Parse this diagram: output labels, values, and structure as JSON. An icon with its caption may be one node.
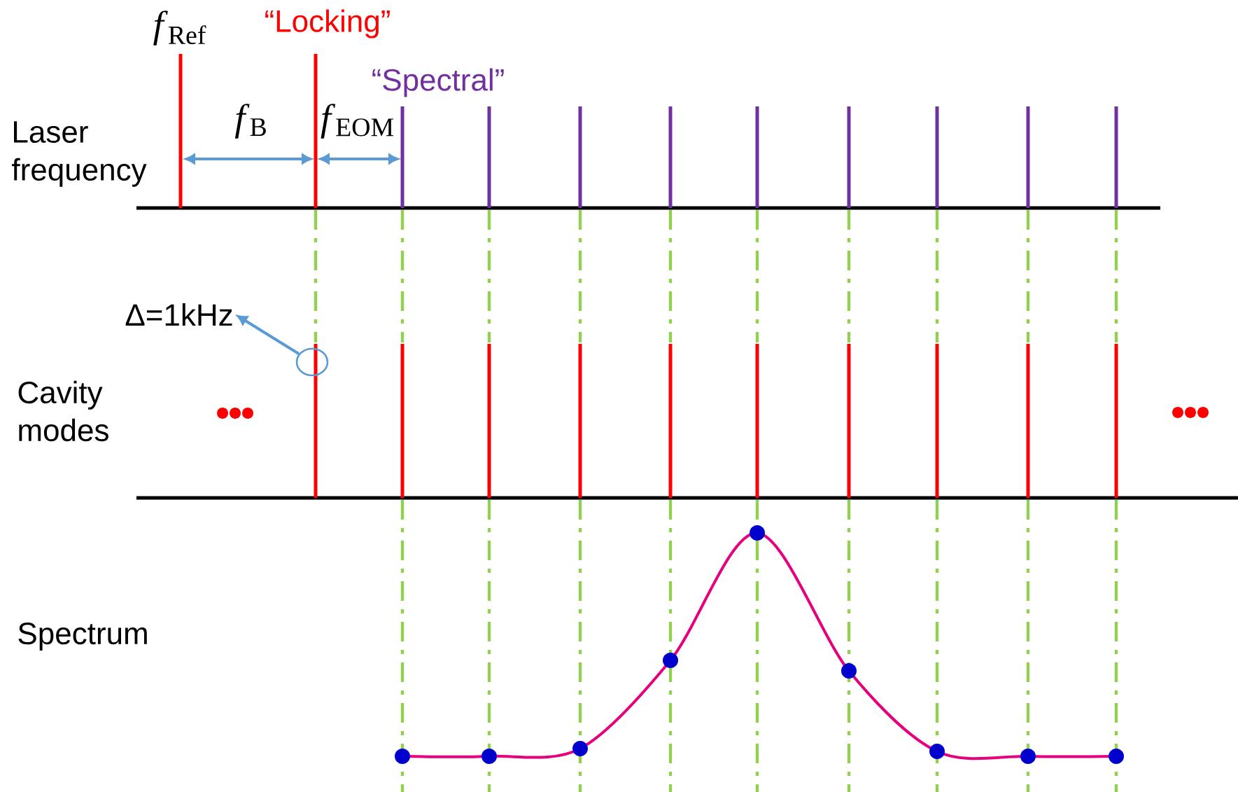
{
  "diagram": {
    "nodes": [
      {
        "text": [
          "Δ=1kHz"
        ]
      },
      {
        "text": [],
        "shape": "circle"
      }
    ],
    "edges": [
      {
        "from": 1,
        "to": 0,
        "arrow": "to"
      }
    ],
    "labels": [
      "*f*$_{Ref}$",
      "“Locking”",
      "“Spectral”",
      "*f*$_{B}$",
      "*f*$_{EOM}$",
      "Laser frequency",
      "Cavity modes",
      "Spectrum"
    ]
  }
}
